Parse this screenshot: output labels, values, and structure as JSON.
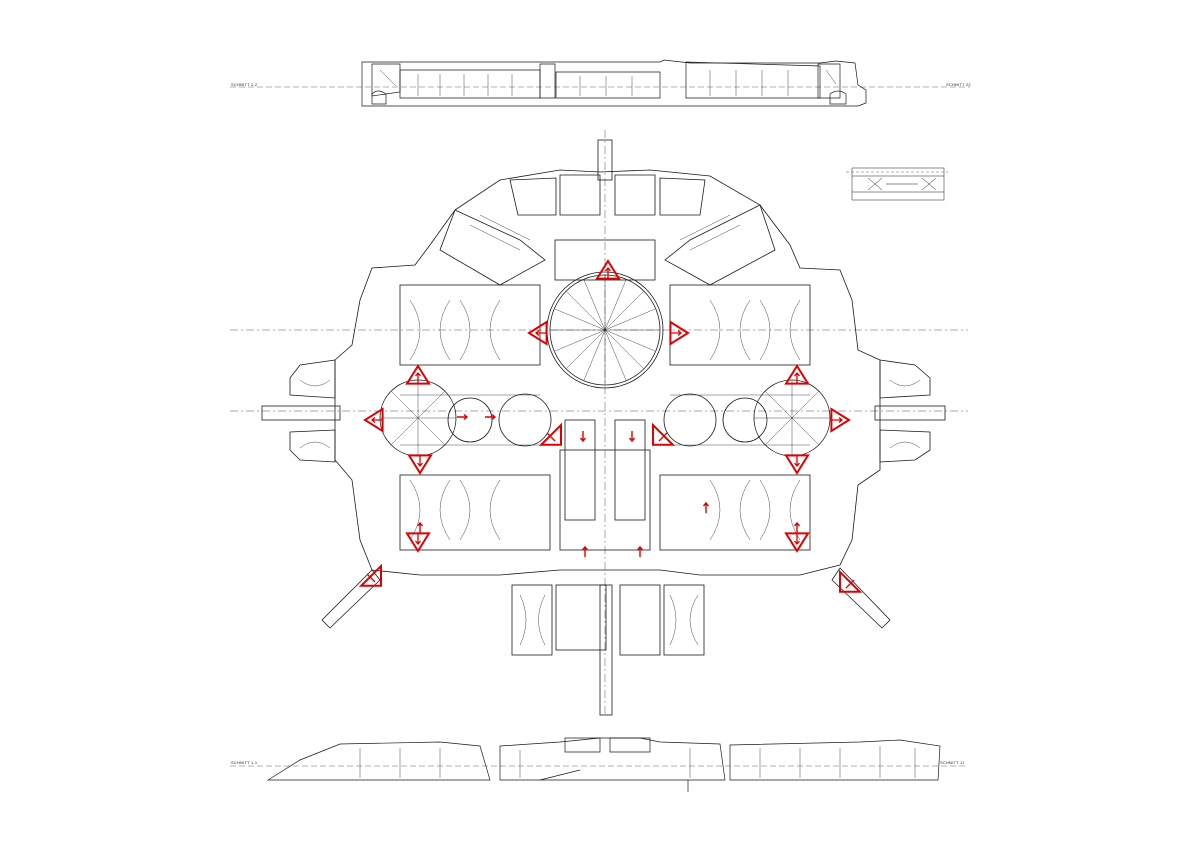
{
  "drawing": {
    "section_labels": {
      "top_left": "SCHNITT 2-2",
      "top_right": "SCHNITT 22",
      "bottom_left": "SCHNITT 1-1",
      "bottom_right": "SCHNITT 11"
    },
    "colors": {
      "line": "#1a1a1a",
      "axis": "#555555",
      "marker": "#e00000",
      "paper": "#ffffff"
    },
    "marker_count": 24
  }
}
